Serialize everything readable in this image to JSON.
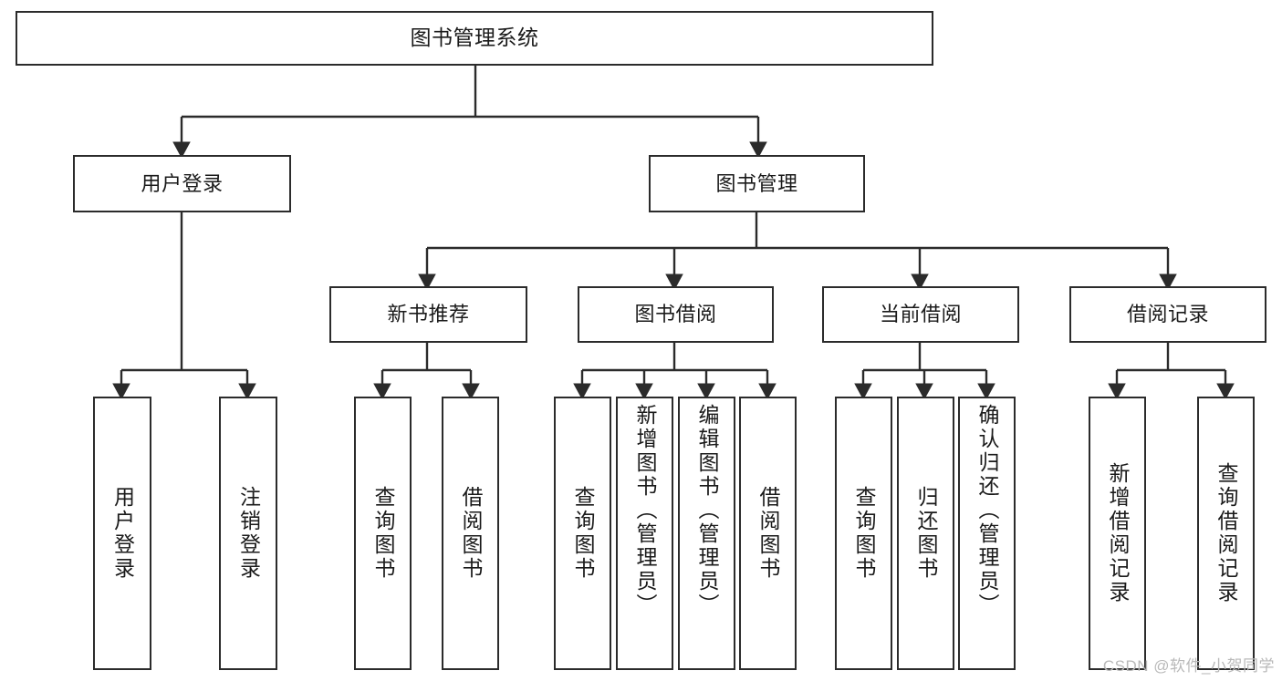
{
  "diagram": {
    "title": "图书管理系统",
    "watermark": "CSDN @软件_小贺同学",
    "colors": {
      "box_border": "#2b2b2b",
      "box_fill": "#ffffff",
      "connector": "#2b2b2b",
      "text": "#1a1a1a",
      "watermark": "#b9b9b9"
    },
    "root": {
      "label": "图书管理系统"
    },
    "level2": [
      {
        "label": "用户登录"
      },
      {
        "label": "图书管理"
      }
    ],
    "level3": [
      {
        "label": "新书推荐"
      },
      {
        "label": "图书借阅"
      },
      {
        "label": "当前借阅"
      },
      {
        "label": "借阅记录"
      }
    ],
    "leaves": {
      "user_login": [
        {
          "label": "用户登录"
        },
        {
          "label": "注销登录"
        }
      ],
      "new_book_recommend": [
        {
          "label": "查询图书"
        },
        {
          "label": "借阅图书"
        }
      ],
      "book_borrow": [
        {
          "label": "查询图书"
        },
        {
          "label": "新增图书（管理员）"
        },
        {
          "label": "编辑图书（管理员）"
        },
        {
          "label": "借阅图书"
        }
      ],
      "current_borrow": [
        {
          "label": "查询图书"
        },
        {
          "label": "归还图书"
        },
        {
          "label": "确认归还（管理员）"
        }
      ],
      "borrow_record": [
        {
          "label": "新增借阅记录"
        },
        {
          "label": "查询借阅记录"
        }
      ]
    }
  }
}
